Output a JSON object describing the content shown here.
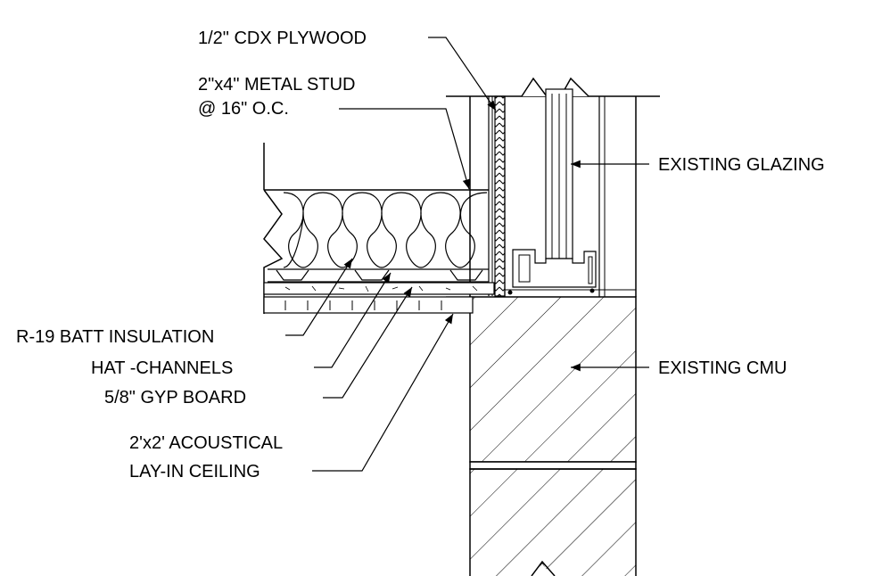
{
  "labels": {
    "plywood": "1/2\" CDX PLYWOOD",
    "stud_line1": "2\"x4\"  METAL STUD",
    "stud_line2": "@ 16\" O.C.",
    "glazing": "EXISTING GLAZING",
    "batt": "R-19 BATT INSULATION",
    "hat": "HAT -CHANNELS",
    "gyp": "5/8\" GYP BOARD",
    "cmu": "EXISTING CMU",
    "ceiling_line1": "2'x2' ACOUSTICAL",
    "ceiling_line2": "LAY-IN CEILING"
  }
}
